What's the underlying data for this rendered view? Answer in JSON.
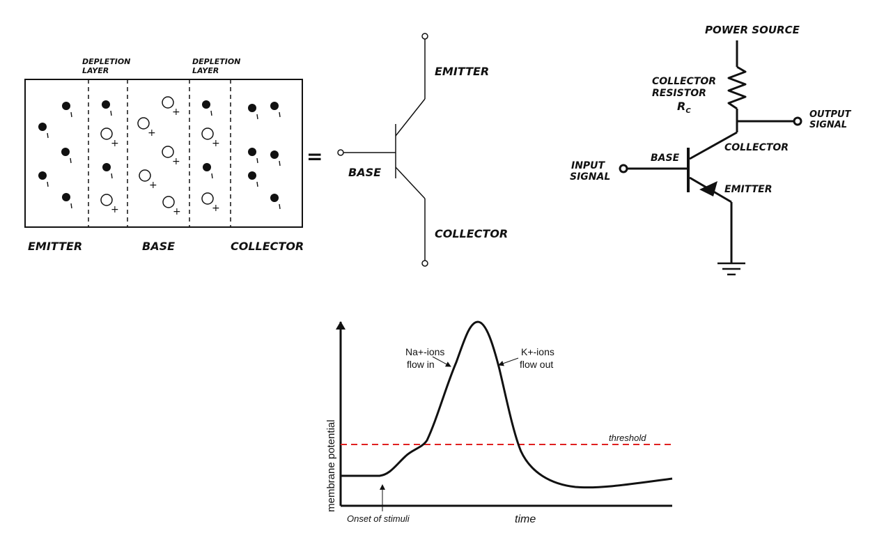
{
  "semiconductor": {
    "depletion_label": [
      "DEPLETION",
      "LAYER"
    ],
    "regions": {
      "emitter": "EMITTER",
      "base": "BASE",
      "collector": "COLLECTOR"
    },
    "equals": "=",
    "minus": "-",
    "plus": "+"
  },
  "symbol": {
    "emitter": "EMITTER",
    "base": "BASE",
    "collector": "COLLECTOR"
  },
  "circuit": {
    "power_source": "POWER SOURCE",
    "collector_resistor": [
      "COLLECTOR",
      "RESISTOR"
    ],
    "rc_main": "R",
    "rc_sub": "C",
    "output_signal": [
      "OUTPUT",
      "SIGNAL"
    ],
    "input_signal": [
      "INPUT",
      "SIGNAL"
    ],
    "base": "BASE",
    "collector": "COLLECTOR",
    "emitter": "EMITTER"
  },
  "action_potential": {
    "ylabel": "membrane potential",
    "xlabel": "time",
    "threshold": "threshold",
    "onset": "Onset of stimuli",
    "na_ions": [
      "Na+-ions",
      "flow in"
    ],
    "k_ions": [
      "K+-ions",
      "flow out"
    ],
    "threshold_color": "#e02020"
  }
}
